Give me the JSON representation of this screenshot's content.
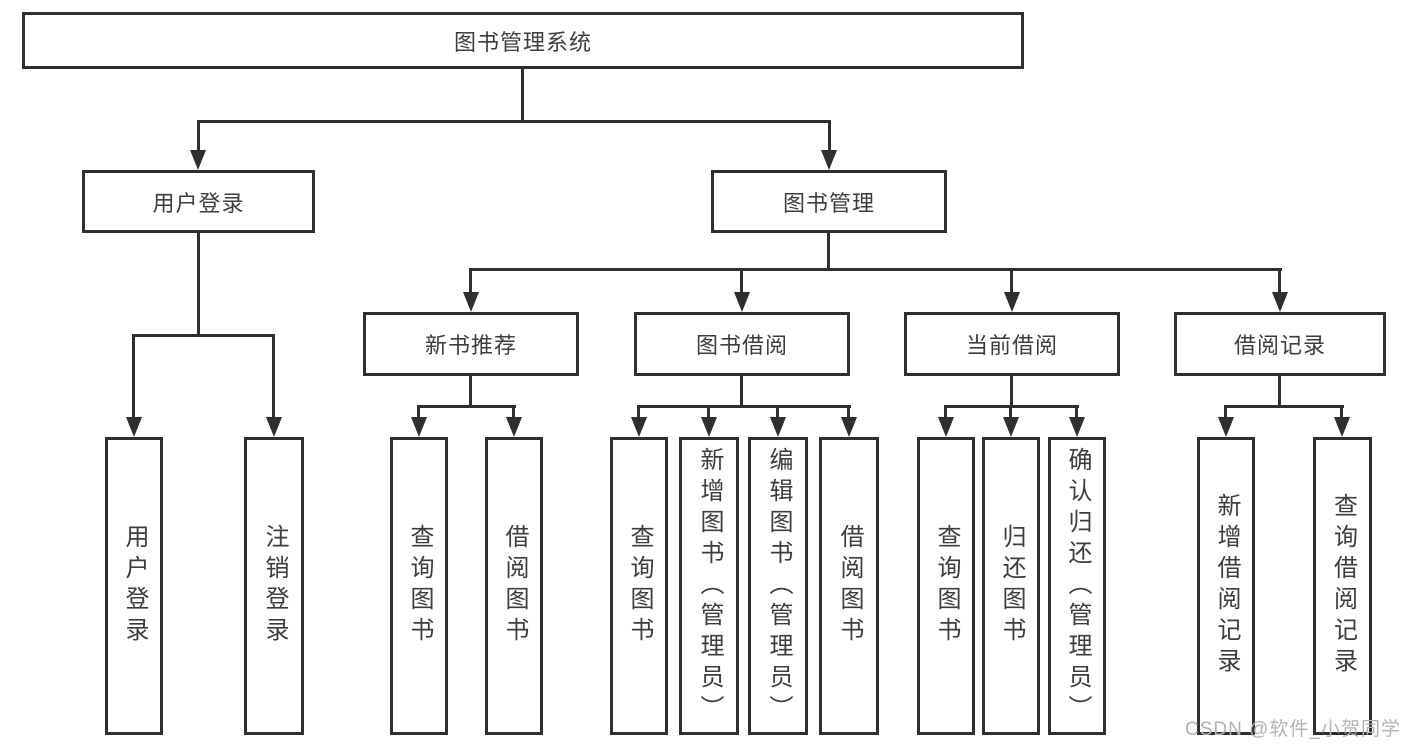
{
  "diagram": {
    "root": "图书管理系统",
    "tree": {
      "user_login": {
        "label": "用户登录",
        "children": [
          "用户登录",
          "注销登录"
        ]
      },
      "book_mgmt": {
        "label": "图书管理",
        "sections": [
          {
            "label": "新书推荐",
            "children": [
              "查询图书",
              "借阅图书"
            ]
          },
          {
            "label": "图书借阅",
            "children": [
              "查询图书",
              "新增图书（管理员）",
              "编辑图书（管理员）",
              "借阅图书"
            ]
          },
          {
            "label": "当前借阅",
            "children": [
              "查询图书",
              "归还图书",
              "确认归还（管理员）"
            ]
          },
          {
            "label": "借阅记录",
            "children": [
              "新增借阅记录",
              "查询借阅记录"
            ]
          }
        ]
      }
    },
    "watermark": "CSDN @软件_小贺同学",
    "colors": {
      "line": "#2f2f2f",
      "text": "#3d3d3d",
      "watermark": "#b3b3b3",
      "background": "#ffffff"
    }
  }
}
